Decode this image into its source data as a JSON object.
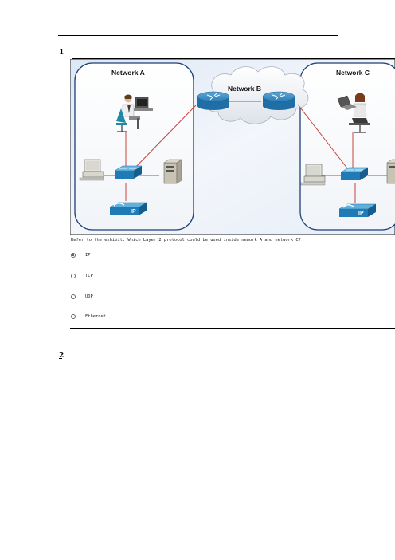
{
  "question1": {
    "number": "1",
    "exhibit": {
      "network_a_label": "Network A",
      "network_b_label": "Network B",
      "network_c_label": "Network C",
      "phone_label_a": "IP",
      "phone_label_c": "IP"
    },
    "question_text": "Refer to the exhibit. Which Layer 2 protocol could be used inside nework A and network C?",
    "options": [
      {
        "label": "IP",
        "selected": true
      },
      {
        "label": "TCP",
        "selected": false
      },
      {
        "label": "UDP",
        "selected": false
      },
      {
        "label": "Ethernet",
        "selected": false
      }
    ]
  },
  "question2": {
    "number": "2"
  }
}
